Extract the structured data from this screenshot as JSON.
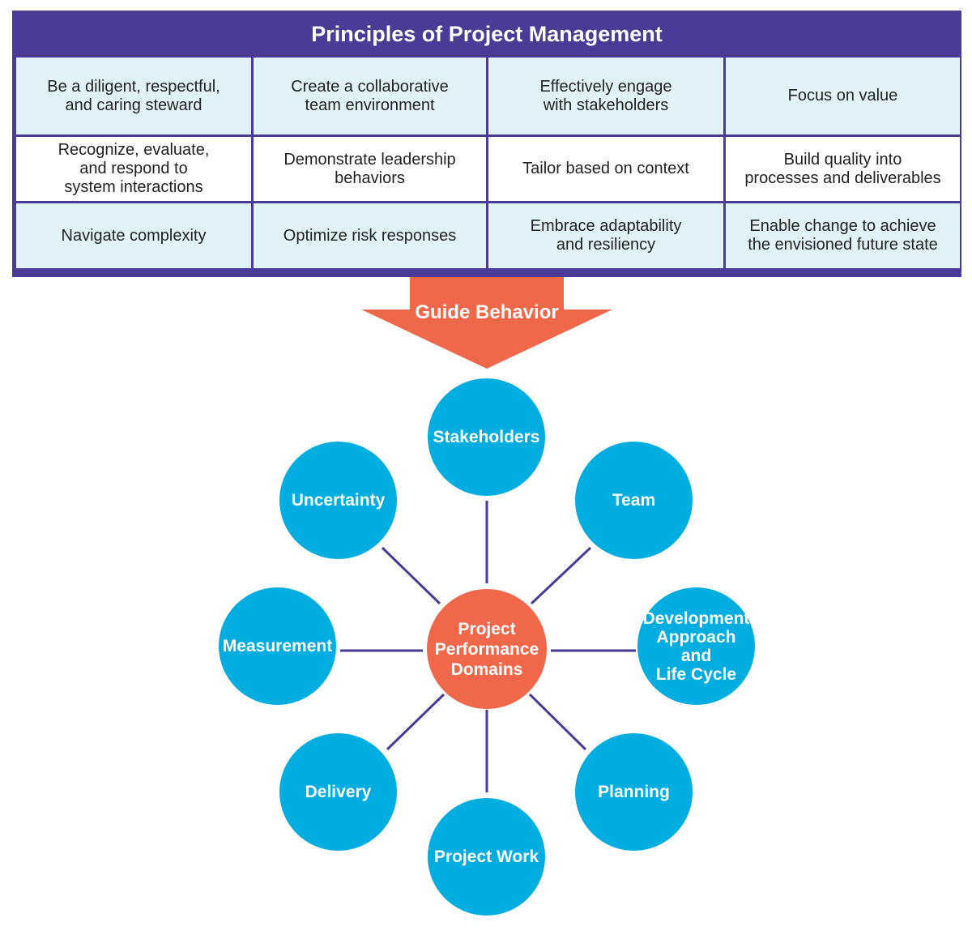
{
  "principles": {
    "title": "Principles of Project Management",
    "cells": [
      "Be a diligent, respectful,\nand caring steward",
      "Create a collaborative\nteam environment",
      "Effectively engage\nwith stakeholders",
      "Focus on value",
      "Recognize, evaluate,\nand respond to\nsystem interactions",
      "Demonstrate leadership\nbehaviors",
      "Tailor based on context",
      "Build quality into\nprocesses and deliverables",
      "Navigate complexity",
      "Optimize risk responses",
      "Embrace adaptability\nand resiliency",
      "Enable change to achieve\nthe envisioned future state"
    ]
  },
  "arrow": {
    "label": "Guide Behavior"
  },
  "hub": {
    "center": "Project\nPerformance\nDomains",
    "domains": {
      "stakeholders": "Stakeholders",
      "team": "Team",
      "development": "Development\nApproach\nand\nLife Cycle",
      "planning": "Planning",
      "project_work": "Project Work",
      "delivery": "Delivery",
      "measurement": "Measurement",
      "uncertainty": "Uncertainty"
    }
  },
  "colors": {
    "header_purple": "#4a3b96",
    "cell_shade": "#e1f2f8",
    "arrow_orange": "#f0674a",
    "domain_blue": "#00ade0",
    "connector": "#4a3b96"
  }
}
